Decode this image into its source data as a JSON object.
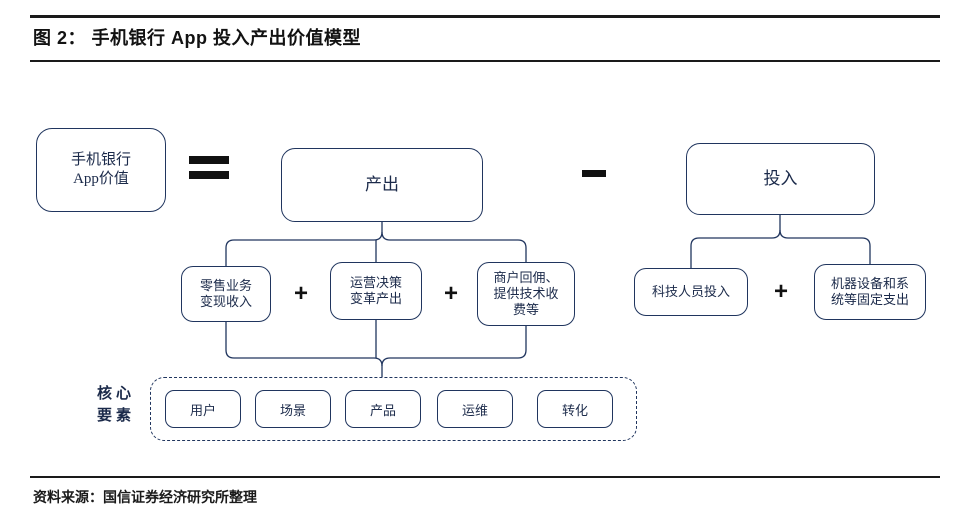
{
  "figure": {
    "title": "图 2：  手机银行 App 投入产出价值模型",
    "source_note": "资料来源：国信证券经济研究所整理"
  },
  "colors": {
    "box_stroke": "#20355e",
    "text": "#1b2a4a",
    "rule": "#1a1a1a",
    "operator": "#111111"
  },
  "diagram": {
    "equation": {
      "result_box": "手机银行\nApp价值",
      "equals_operator": "=",
      "output_box": "产出",
      "minus_operator": "-",
      "input_box": "投入"
    },
    "output_components": [
      {
        "label": "零售业务\n变现收入"
      },
      {
        "label": "运营决策\n变革产出"
      },
      {
        "label": "商户回佣、\n提供技术收\n费等"
      }
    ],
    "output_operators": [
      "+",
      "+"
    ],
    "input_components": [
      {
        "label": "科技人员投入"
      },
      {
        "label": "机器设备和系\n统等固定支出"
      }
    ],
    "input_operators": [
      "+"
    ],
    "core": {
      "label": "核心\n要素",
      "items": [
        {
          "label": "用户"
        },
        {
          "label": "场景"
        },
        {
          "label": "产品"
        },
        {
          "label": "运维"
        },
        {
          "label": "转化"
        }
      ]
    }
  }
}
